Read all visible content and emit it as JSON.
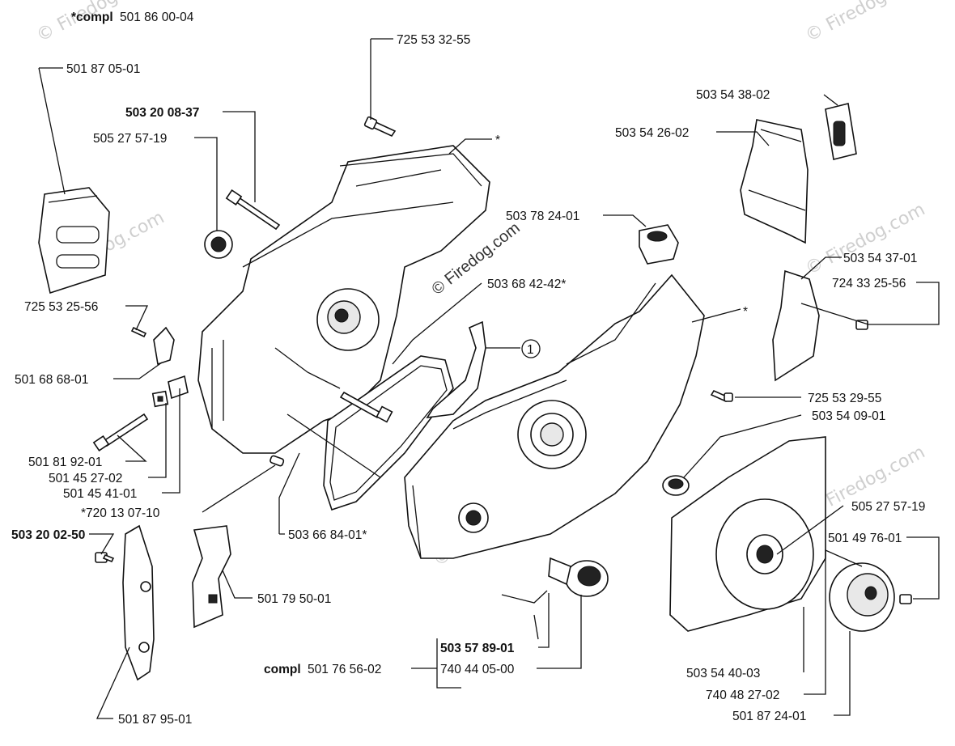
{
  "watermark": {
    "center": "© Firedog.com",
    "corner": "© Firedog.com"
  },
  "callout_number": "1",
  "labels": {
    "compl_top_prefix": "*compl",
    "compl_top_number": "501 86 00-04",
    "p_501_87_05_01": "501 87 05-01",
    "p_725_53_32_55": "725 53 32-55",
    "p_503_20_08_37": "503 20 08-37",
    "p_505_27_57_19_a": "505 27 57-19",
    "star_a": "*",
    "p_503_54_38_02": "503 54 38-02",
    "p_503_54_26_02": "503 54 26-02",
    "p_503_78_24_01": "503 78 24-01",
    "p_503_68_42_42": "503 68 42-42*",
    "p_503_54_37_01": "503 54 37-01",
    "p_724_33_25_56": "724 33 25-56",
    "p_725_53_25_56": "725 53 25-56",
    "star_b": "*",
    "p_501_68_68_01": "501 68 68-01",
    "p_725_53_29_55": "725 53 29-55",
    "p_503_54_09_01": "503 54 09-01",
    "p_501_81_92_01": "501 81 92-01",
    "p_501_45_27_02": "501 45 27-02",
    "p_501_45_41_01": "501 45 41-01",
    "p_720_13_07_10": "*720 13 07-10",
    "p_505_27_57_19_b": "505 27 57-19",
    "p_503_20_02_50": "503 20 02-50",
    "p_503_66_84_01": "503 66 84-01*",
    "p_501_49_76_01": "501 49 76-01",
    "p_501_79_50_01": "501 79 50-01",
    "p_503_57_89_01": "503 57 89-01",
    "compl_bottom_prefix": "compl",
    "compl_bottom_number": "501 76 56-02",
    "p_740_44_05_00": "740 44 05-00",
    "p_503_54_40_03": "503 54 40-03",
    "p_740_48_27_02": "740 48 27-02",
    "p_501_87_95_01": "501 87 95-01",
    "p_501_87_24_01": "501 87 24-01"
  }
}
